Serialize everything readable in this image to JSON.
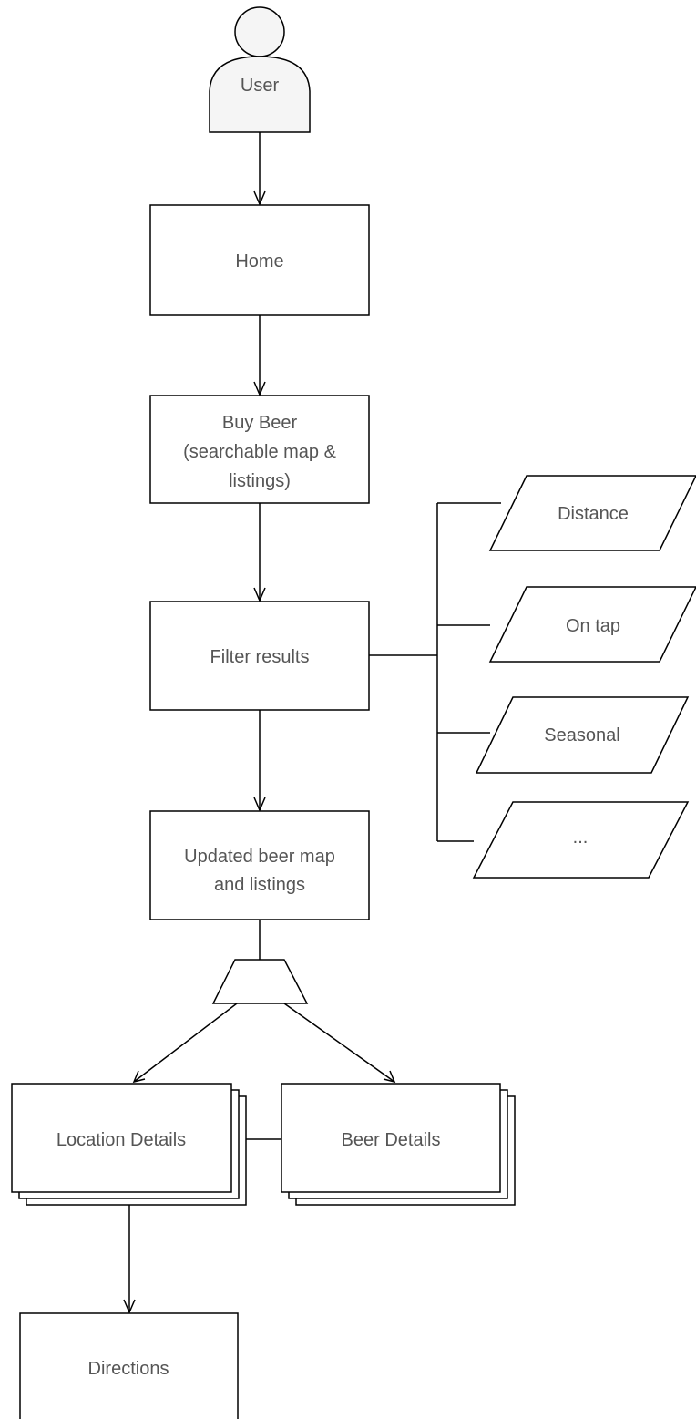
{
  "nodes": {
    "user": "User",
    "home": "Home",
    "buy_beer": [
      "Buy Beer",
      "(searchable map &",
      "listings)"
    ],
    "filter_results": "Filter results",
    "updated_listings": [
      "Updated beer map",
      "and listings"
    ],
    "location_details": "Location Details",
    "beer_details": "Beer Details",
    "directions": "Directions"
  },
  "filters": [
    "Distance",
    "On tap",
    "Seasonal",
    "..."
  ]
}
